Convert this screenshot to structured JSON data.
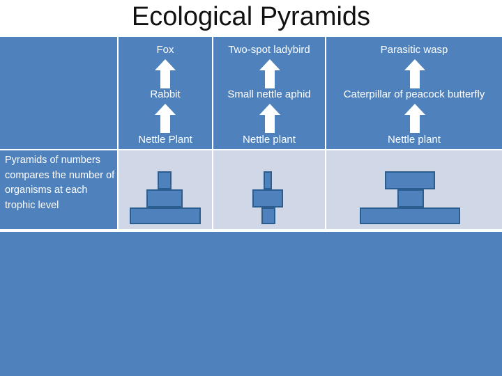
{
  "title": "Ecological Pyramids",
  "description": "Pyramids of numbers compares the number of organisms at each trophic level",
  "chains": [
    {
      "top": "Fox",
      "middle": "Rabbit",
      "bottom": "Nettle Plant"
    },
    {
      "top": "Two-spot ladybird",
      "middle": "Small nettle aphid",
      "bottom": "Nettle plant"
    },
    {
      "top": "Parasitic wasp",
      "middle": "Caterpillar of peacock butterfly",
      "bottom": "Nettle plant"
    }
  ],
  "colors": {
    "cell": "#4f81bd",
    "band": "#d0d8e8",
    "bar_border": "#2c5d8f",
    "arrow": "#ffffff"
  },
  "icons": [
    "up-arrow-icon"
  ]
}
